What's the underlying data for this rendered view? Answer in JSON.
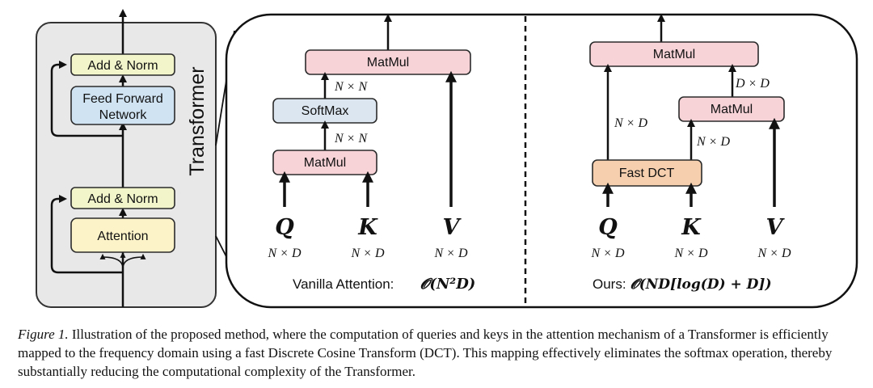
{
  "transformer_block": {
    "title": "Transformer",
    "add_norm_top": "Add & Norm",
    "ffn_line1": "Feed Forward",
    "ffn_line2": "Network",
    "add_norm_bottom": "Add & Norm",
    "attention": "Attention"
  },
  "vanilla": {
    "matmul_top": "MatMul",
    "softmax": "SoftMax",
    "matmul_bottom": "MatMul",
    "dim_top": "N × N",
    "dim_mid": "N × N",
    "q": "Q",
    "k": "K",
    "v": "V",
    "q_dim": "N × D",
    "k_dim": "N × D",
    "v_dim": "N × D",
    "label_text": "Vanilla Attention:",
    "complexity": "𝓞(N²D)"
  },
  "ours": {
    "matmul_top": "MatMul",
    "matmul_mid": "MatMul",
    "fast_dct": "Fast DCT",
    "dim_dd": "D × D",
    "dim_nd_left": "N × D",
    "dim_nd_mid": "N × D",
    "q": "Q",
    "k": "K",
    "v": "V",
    "q_dim": "N × D",
    "k_dim": "N × D",
    "v_dim": "N × D",
    "label_text": "Ours:",
    "complexity": "𝓞(ND[log(D) + D])"
  },
  "colors": {
    "panel_gray": "#e8e8e8",
    "add_norm": "#f2f5c9",
    "ffn": "#cfe3f3",
    "attention": "#fdf3c9",
    "matmul": "#f7d3d8",
    "softmax": "#dce6f0",
    "fast_dct": "#f5cfae"
  },
  "caption": {
    "label": "Figure 1.",
    "text": "Illustration of the proposed method, where the computation of queries and keys in the attention mechanism of a Transformer is efficiently mapped to the frequency domain using a fast Discrete Cosine Transform (DCT). This mapping effectively eliminates the softmax operation, thereby substantially reducing the computational complexity of the Transformer."
  }
}
